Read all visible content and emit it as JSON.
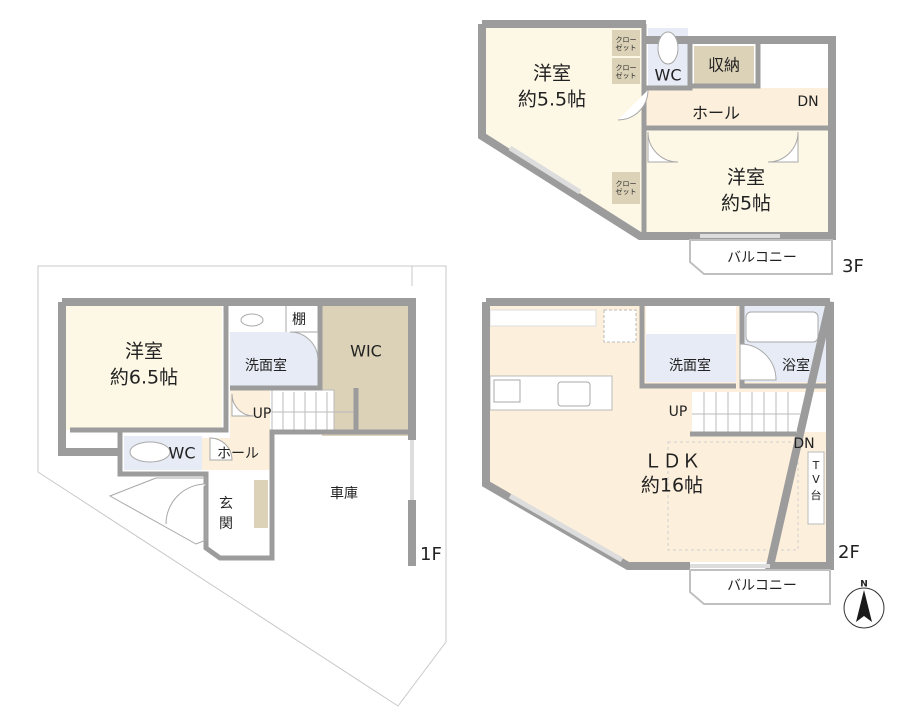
{
  "colors": {
    "western_room": "#fdf8e6",
    "hall_ldk": "#fcefdc",
    "wet_area": "#e6ebf5",
    "storage": "#dcd2b8",
    "wall": "#9c9c9c",
    "site_line": "#bdbdbd"
  },
  "floor3": {
    "label": "3F",
    "room_a": {
      "name": "洋室",
      "size": "約5.5帖"
    },
    "closet1": {
      "l1": "クロー",
      "l2": "ゼット"
    },
    "closet2": {
      "l1": "クロー",
      "l2": "ゼット"
    },
    "closet3": {
      "l1": "クロー",
      "l2": "ゼット"
    },
    "wc": "WC",
    "storage": "収納",
    "hall": "ホール",
    "stairs": "DN",
    "room_b": {
      "name": "洋室",
      "size": "約5帖"
    },
    "balcony": "バルコニー"
  },
  "floor2": {
    "label": "2F",
    "washroom": "洗面室",
    "bathroom": "浴室",
    "stairs_up": "UP",
    "stairs_down": "DN",
    "ldk": {
      "name": "ＬＤＫ",
      "size": "約16帖"
    },
    "tv_stand": {
      "l1": "T",
      "l2": "V",
      "l3": "台"
    },
    "balcony": "バルコニー"
  },
  "floor1": {
    "label": "1F",
    "room": {
      "name": "洋室",
      "size": "約6.5帖"
    },
    "shelf": "棚",
    "washroom": "洗面室",
    "wic": "WIC",
    "stairs_up": "UP",
    "wc": "WC",
    "hall": "ホール",
    "entrance": {
      "l1": "玄",
      "l2": "関"
    },
    "garage": "車庫"
  },
  "compass": {
    "label": "N"
  }
}
